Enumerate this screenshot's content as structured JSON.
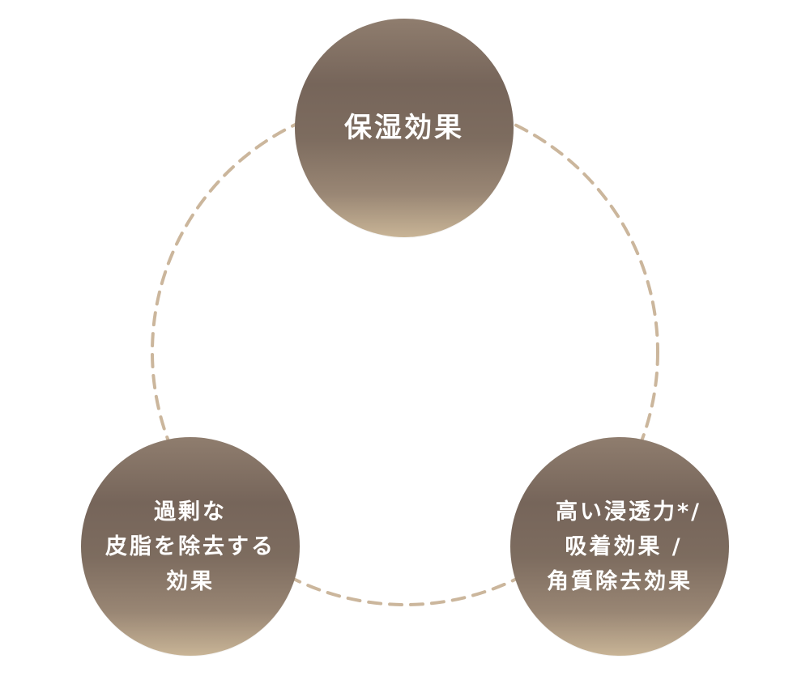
{
  "colors": {
    "ring": "#cbb69c",
    "node_gradient_top": "#8f7d6e",
    "node_gradient_middle": "#76655a",
    "node_gradient_bottom": "#c8b496",
    "text": "#ffffff"
  },
  "nodes": {
    "top": {
      "lines": [
        "保湿効果"
      ]
    },
    "left": {
      "lines": [
        "過剰な",
        "皮脂を除去する",
        "効果"
      ]
    },
    "right": {
      "lines": [
        "高い浸透力*/",
        "吸着効果 /",
        "角質除去効果"
      ]
    }
  }
}
